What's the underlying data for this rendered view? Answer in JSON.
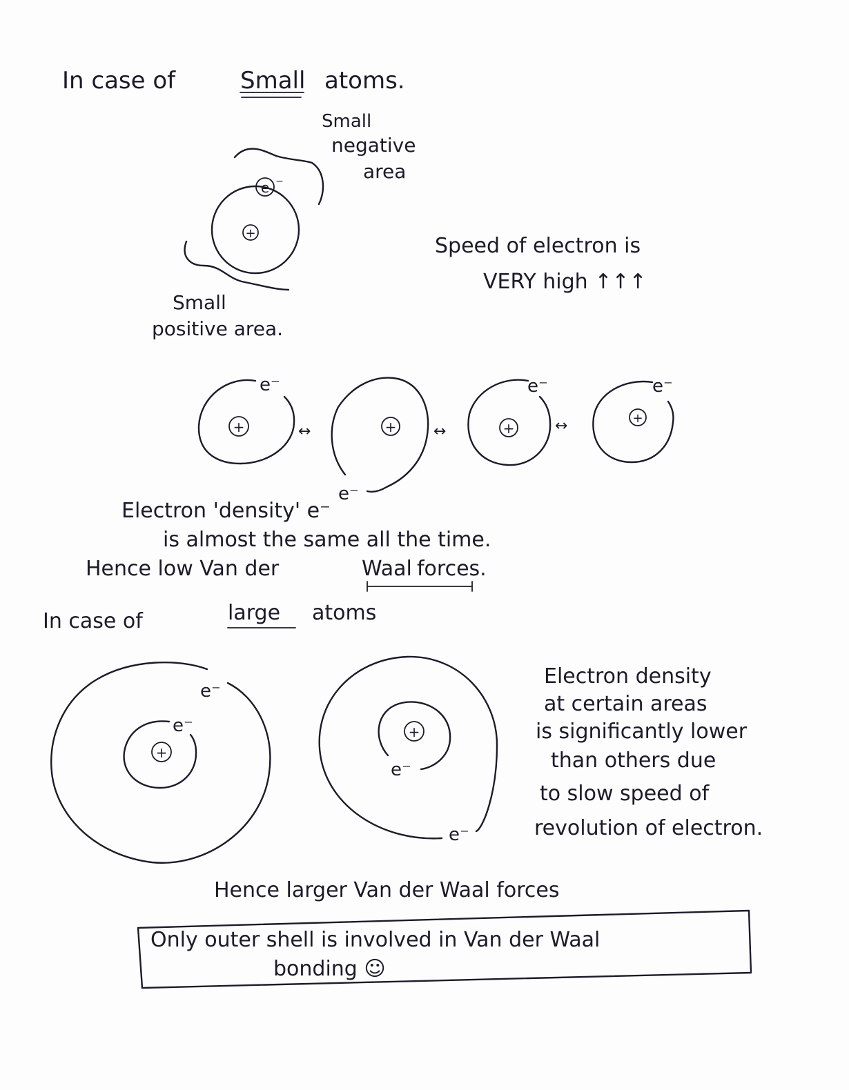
{
  "small_section": {
    "heading": {
      "prefix": "In case of",
      "keyword": "Small",
      "suffix": "atoms."
    },
    "negative_label": [
      "Small",
      "negative",
      "area"
    ],
    "positive_label": [
      "Small",
      "positive area."
    ],
    "speed_note": [
      "Speed of electron is",
      "VERY high ↑↑↑"
    ],
    "plus": "+",
    "electron": "e",
    "electron_charge": "−",
    "electron_label": "e⁻",
    "arrow": "↔",
    "density_note": {
      "line1_prefix": "Electron ",
      "line1_quoted": "'density'",
      "line1_suffix": " e⁻",
      "line2": "is almost the same all the time.",
      "line3_prefix": "Hence low Van der",
      "line3_underlined": "Waal",
      "line3_suffix": "forces."
    }
  },
  "large_section": {
    "heading": {
      "prefix": "In case of",
      "keyword": "large",
      "suffix": "atoms"
    },
    "electron_label": "e⁻",
    "plus": "+",
    "density_note": [
      "Electron density",
      "at certain areas",
      "is significantly lower",
      "than others due",
      "to slow speed of",
      "revolution of electron."
    ],
    "conclusion": "Hence larger Van der Waal forces",
    "boxed_note": [
      "Only outer shell is involved in Van der Waal",
      "bonding ☺"
    ]
  }
}
